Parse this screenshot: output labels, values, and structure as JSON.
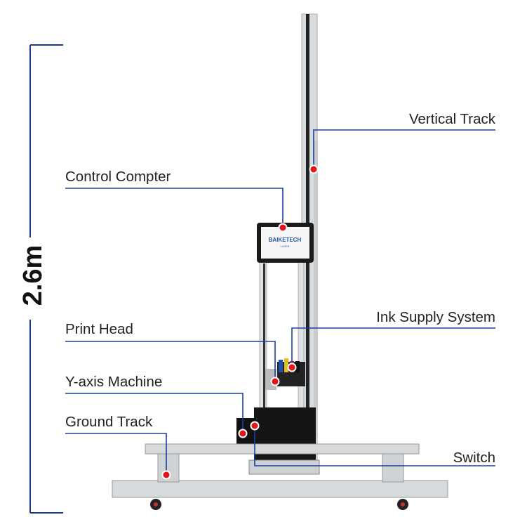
{
  "dimension": {
    "height_label": "2.6m"
  },
  "logo": {
    "brand": "BAIKETECH",
    "sub": "LASER"
  },
  "callouts": {
    "vertical_track": "Vertical Track",
    "control_computer": "Control Compter",
    "print_head": "Print Head",
    "ink_supply": "Ink Supply System",
    "y_axis": "Y-axis Machine",
    "ground_track": "Ground Track",
    "switch": "Switch"
  },
  "colors": {
    "leader": "#1b3fa0",
    "marker": "#e4141b",
    "dimension": "#1b3a8c"
  }
}
